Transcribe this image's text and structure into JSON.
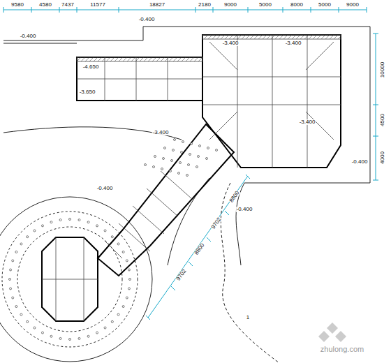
{
  "diagram": {
    "labels": [
      "9580",
      "4580",
      "7437",
      "11577",
      "18827",
      "2180",
      "9000",
      "5000",
      "8000",
      "5000",
      "9000",
      "10000",
      "4500",
      "4000",
      "-0.400",
      "-0.400",
      "-3.400",
      "-3.400",
      "-3.400",
      "-3.400",
      "-0.400",
      "-0.400",
      "-0.400",
      "-4.650",
      "-3.650",
      "8800",
      "9702",
      "8800",
      "9702",
      "1",
      "zhulong.com"
    ]
  }
}
